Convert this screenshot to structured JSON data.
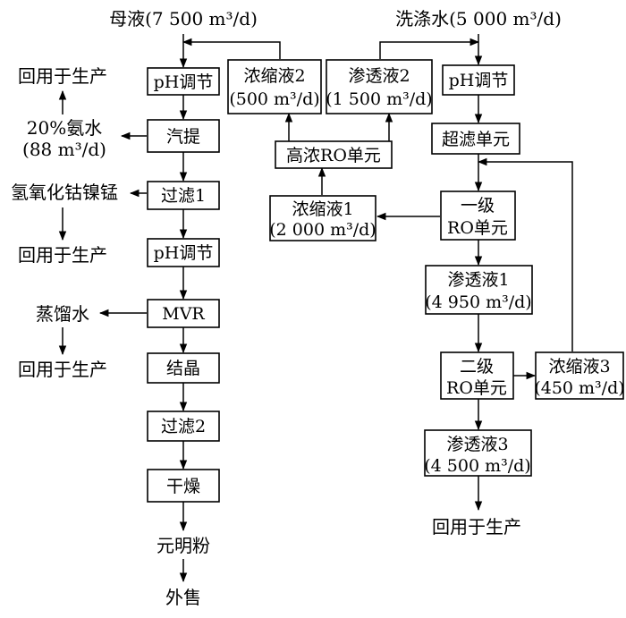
{
  "inputs": {
    "mother_liquor": "母液(7 500 m³/d)",
    "wash_water": "洗涤水(5 000 m³/d)"
  },
  "left_chain": {
    "ph_adjust_1": "pH调节",
    "stripping": "汽提",
    "filter_1": "过滤1",
    "ph_adjust_2": "pH调节",
    "mvr": "MVR",
    "crystallization": "结晶",
    "filter_2": "过滤2",
    "drying": "干燥",
    "sodium_sulfate": "元明粉",
    "sale": "外售"
  },
  "left_outputs": {
    "reuse_1": "回用于生产",
    "ammonia_water": "20%氨水",
    "ammonia_flow": "(88 m³/d)",
    "hydroxide": "氢氧化钴镍锰",
    "reuse_2": "回用于生产",
    "distilled_water": "蒸馏水",
    "reuse_3": "回用于生产"
  },
  "middle": {
    "concentrate_2_line1": "浓缩液2",
    "concentrate_2_line2": "(500 m³/d)",
    "permeate_2_line1": "渗透液2",
    "permeate_2_line2": "(1 500 m³/d)",
    "high_conc_ro": "高浓RO单元",
    "concentrate_1_line1": "浓缩液1",
    "concentrate_1_line2": "(2 000 m³/d)"
  },
  "right_chain": {
    "ph_adjust": "pH调节",
    "ultrafiltration": "超滤单元",
    "ro1_line1": "一级",
    "ro1_line2": "RO单元",
    "permeate_1_line1": "渗透液1",
    "permeate_1_line2": "(4 950 m³/d)",
    "ro2_line1": "二级",
    "ro2_line2": "RO单元",
    "concentrate_3_line1": "浓缩液3",
    "concentrate_3_line2": "(450 m³/d)",
    "permeate_3_line1": "渗透液3",
    "permeate_3_line2": "(4 500 m³/d)",
    "reuse": "回用于生产"
  }
}
